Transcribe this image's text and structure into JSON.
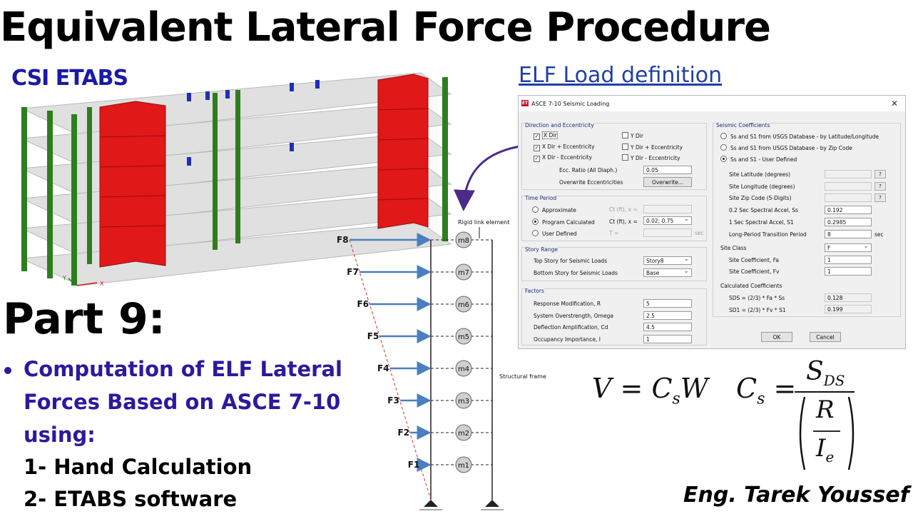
{
  "title": "Equivalent Lateral Force Procedure",
  "etabs_label": "CSI ETABS",
  "elf_label": "ELF Load definition",
  "part_title": "Part 9:",
  "bullet_lines": [
    "Computation of ELF Lateral",
    "Forces Based on ASCE 7-10",
    "using:"
  ],
  "sub_items": [
    "1- Hand Calculation",
    "2- ETABS software"
  ],
  "author": "Eng. Tarek Youssef",
  "frame": {
    "rigid_link_label": "Rigid link element",
    "structural_frame_label": "Structural frame",
    "forces": [
      "F8",
      "F7",
      "F6",
      "F5",
      "F4",
      "F3",
      "F2",
      "F1"
    ],
    "masses": [
      "m8",
      "m7",
      "m6",
      "m5",
      "m4",
      "m3",
      "m2",
      "m1"
    ]
  },
  "model_axes": {
    "x": "X",
    "y": "Y"
  },
  "formulas": {
    "v_lhs": "V",
    "v_rhs_c": "C",
    "v_rhs_sub": "s",
    "v_rhs_w": "W",
    "cs_lhs": "C",
    "cs_sub": "s",
    "num": "S",
    "num_sub": "DS",
    "r": "R",
    "ie": "I",
    "ie_sub": "e"
  },
  "dialog": {
    "logo": "ET",
    "title": "ASCE 7-10 Seismic Loading",
    "close": "✕",
    "direction": {
      "title": "Direction and Eccentricity",
      "x_dir": "X Dir",
      "x_dir_plus": "X Dir + Eccentricity",
      "x_dir_minus": "X Dir - Eccentricity",
      "y_dir": "Y Dir",
      "y_dir_plus": "Y Dir + Eccentricity",
      "y_dir_minus": "Y Dir - Eccentricity",
      "ecc_label": "Ecc. Ratio (All Diaph.)",
      "ecc_value": "0.05",
      "overwrite_label": "Overwrite Eccentricities",
      "overwrite_button": "Overwrite..."
    },
    "time_period": {
      "title": "Time Period",
      "approximate": "Approximate",
      "program": "Program Calculated",
      "user": "User Defined",
      "ct_label_1": "Ct (ft), x =",
      "ct_label_2": "Ct (ft), x =",
      "t_label": "T =",
      "ct_value": "0.02;  0.75",
      "sec": "sec"
    },
    "story_range": {
      "title": "Story Range",
      "top_label": "Top Story for Seismic Loads",
      "top_value": "Story8",
      "bottom_label": "Bottom Story for Seismic Loads",
      "bottom_value": "Base"
    },
    "factors": {
      "title": "Factors",
      "r_label": "Response Modification, R",
      "r_value": "5",
      "omega_label": "System Overstrength, Omega",
      "omega_value": "2.5",
      "cd_label": "Deflection Amplification, Cd",
      "cd_value": "4.5",
      "i_label": "Occupancy Importance, I",
      "i_value": "1"
    },
    "seismic": {
      "title": "Seismic Coefficients",
      "opt1": "Ss and S1 from USGS Database - by Latitude/Longitude",
      "opt2": "Ss and S1 from USGS Database - by Zip Code",
      "opt3": "Ss and S1 - User Defined",
      "lat_label": "Site Latitude (degrees)",
      "lon_label": "Site Longitude (degrees)",
      "zip_label": "Site Zip Code (5-Digits)",
      "q": "?",
      "ss_label": "0.2 Sec Spectral Accel, Ss",
      "ss_value": "0.192",
      "s1_label": "1 Sec Spectral Accel, S1",
      "s1_value": "0.2985",
      "tl_label": "Long-Period Transition Period",
      "tl_value": "8",
      "sec": "sec",
      "site_class_label": "Site Class",
      "site_class_value": "F",
      "fa_label": "Site Coefficient, Fa",
      "fa_value": "1",
      "fv_label": "Site Coefficient, Fv",
      "fv_value": "1",
      "calc_title": "Calculated Coefficients",
      "sds_label": "SDS = (2/3) * Fa * Ss",
      "sds_value": "0.128",
      "sd1_label": "SD1 = (2/3) * Fv * S1",
      "sd1_value": "0.199"
    },
    "ok": "OK",
    "cancel": "Cancel"
  },
  "colors": {
    "title_blue": "#2c1a9c",
    "etabs_blue": "#1a1aa6",
    "link_blue": "#1f3fa3",
    "arrow_blue": "#4a7fc1",
    "arrow_purple": "#4b2a8a",
    "wall_red": "#e01818",
    "column_green": "#2e7d1f",
    "column_blue": "#1f2fb8"
  }
}
